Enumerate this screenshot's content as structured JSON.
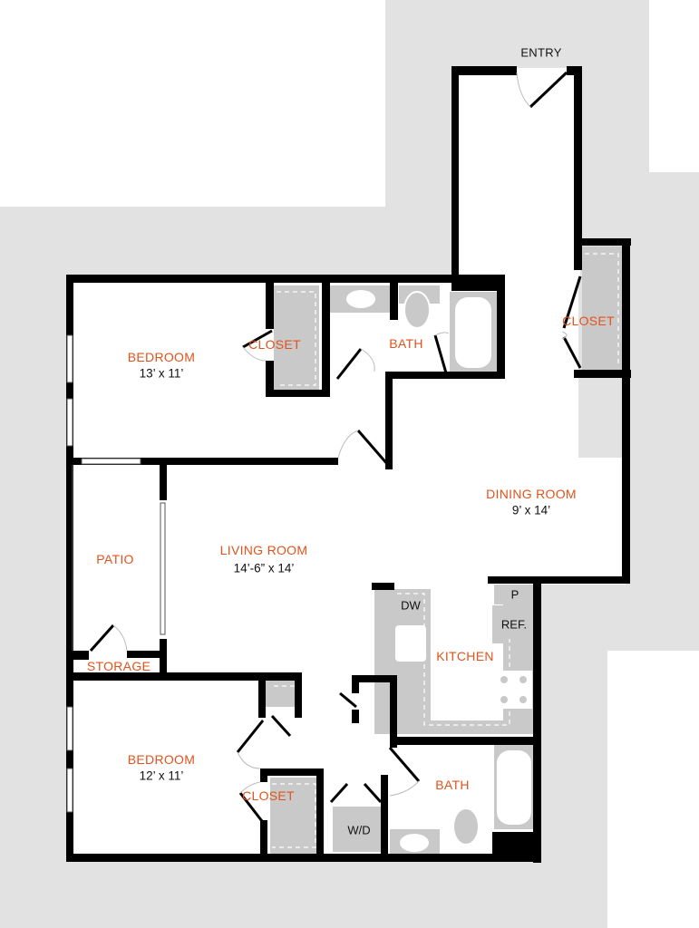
{
  "colors": {
    "accent": "#E0531C",
    "wall": "#000000",
    "site_background": "#E2E2E2",
    "fixture_fill": "#C9C9C9",
    "floor": "#FFFFFF",
    "text_dark": "#111111"
  },
  "entry": {
    "label": "ENTRY"
  },
  "rooms": {
    "bedroom_1": {
      "name": "BEDROOM",
      "size": "13’ x 11’"
    },
    "closet_1": {
      "name": "CLOSET"
    },
    "bath_1": {
      "name": "BATH"
    },
    "entry_closet": {
      "name": "CLOSET"
    },
    "dining": {
      "name": "DINING ROOM",
      "size": "9’ x 14’"
    },
    "living": {
      "name": "LIVING ROOM",
      "size": "14’-6” x 14’"
    },
    "patio": {
      "name": "PATIO"
    },
    "storage": {
      "name": "STORAGE"
    },
    "kitchen": {
      "name": "KITCHEN"
    },
    "bedroom_2": {
      "name": "BEDROOM",
      "size": "12’ x 11’"
    },
    "closet_2": {
      "name": "CLOSET"
    },
    "bath_2": {
      "name": "BATH"
    }
  },
  "fixtures": {
    "dishwasher": "DW",
    "pantry": "P",
    "refrigerator": "REF.",
    "washer_dryer": "W/D"
  }
}
